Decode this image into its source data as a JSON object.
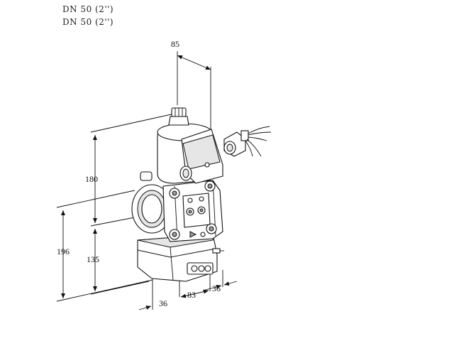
{
  "header": {
    "line1": "DN 50 (2'')",
    "line2": "DN 50 (2'')"
  },
  "dimensions": {
    "top_width": "85",
    "height_upper": "180",
    "height_lower": "135",
    "height_total": "196",
    "bottom_left": "36",
    "bottom_mid": "83",
    "bottom_right": "36"
  }
}
